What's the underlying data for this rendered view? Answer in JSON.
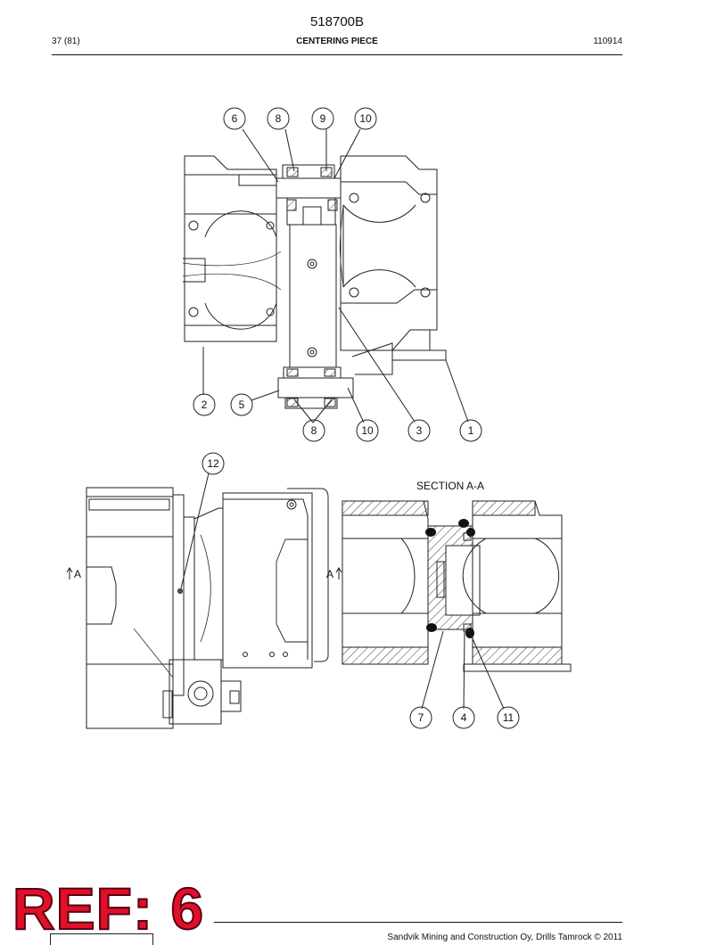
{
  "header": {
    "doc_code": "518700B",
    "page": "37 (81)",
    "title": "CENTERING PIECE",
    "date_code": "110914"
  },
  "drawing": {
    "callouts_top": [
      "6",
      "8",
      "9",
      "10",
      "2",
      "5",
      "8",
      "10",
      "3",
      "1"
    ],
    "callouts_bottom": [
      "12",
      "7",
      "4",
      "11"
    ],
    "section_title": "SECTION  A-A",
    "section_marker_left": "A",
    "section_marker_right": "A"
  },
  "badge": {
    "text": "REF: 6"
  },
  "footer": {
    "copyright": "Sandvik Mining and Construction Oy, Drills Tamrock © 2011"
  }
}
